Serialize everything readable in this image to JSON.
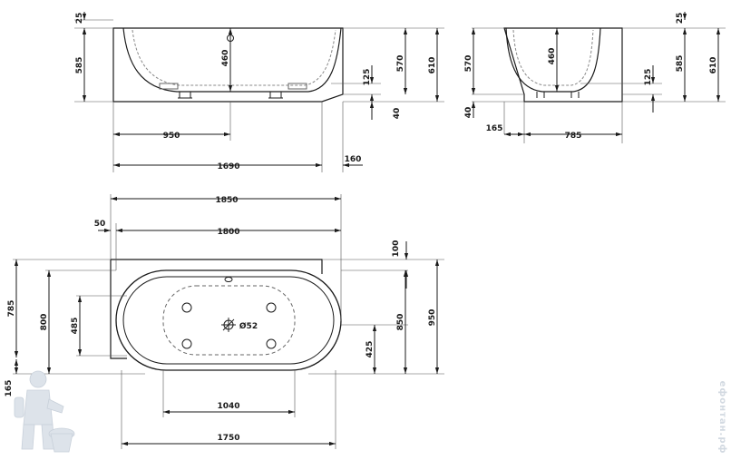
{
  "side_view": {
    "d_25": "25",
    "d_585": "585",
    "d_460": "460",
    "d_125": "125",
    "d_570": "570",
    "d_610": "610",
    "d_40": "40",
    "d_950": "950",
    "d_1690": "1690",
    "d_160": "160"
  },
  "end_view": {
    "d_570": "570",
    "d_460": "460",
    "d_25": "25",
    "d_125": "125",
    "d_585": "585",
    "d_610": "610",
    "d_40": "40",
    "d_165": "165",
    "d_785": "785"
  },
  "top_view": {
    "d_1850": "1850",
    "d_50": "50",
    "d_1800": "1800",
    "d_100": "100",
    "d_785": "785",
    "d_800": "800",
    "d_485": "485",
    "d_52": "Ø52",
    "d_425": "425",
    "d_850": "850",
    "d_950": "950",
    "d_165": "165",
    "d_1040": "1040",
    "d_1750": "1750"
  },
  "watermark": "ефонтан.рф",
  "colors": {
    "line": "#1a1a1a",
    "dim_line": "#333333",
    "watermark": "#d2d9e1"
  },
  "icons": {
    "mascot": "plumber-mascot-icon"
  }
}
